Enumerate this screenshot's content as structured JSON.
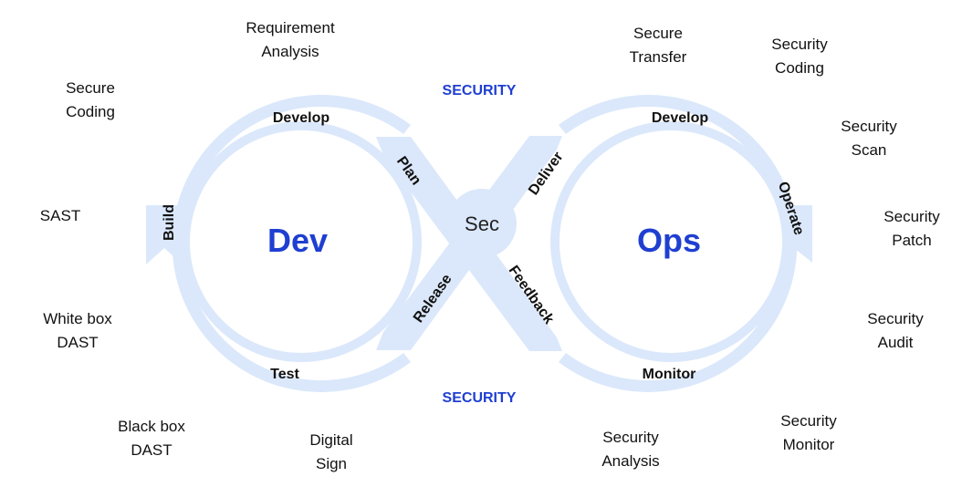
{
  "diagram": {
    "center": "Sec",
    "left_core": "Dev",
    "right_core": "Ops",
    "security_top": "SECURITY",
    "security_bottom": "SECURITY",
    "stages": {
      "develop_left": "Develop",
      "build": "Build",
      "test": "Test",
      "plan": "Plan",
      "release": "Release",
      "deliver": "Deliver",
      "feedback": "Feedback",
      "develop_right": "Develop",
      "operate": "Operate",
      "monitor": "Monitor"
    },
    "practices": {
      "requirement_analysis": [
        "Requirement",
        "Analysis"
      ],
      "secure_coding": [
        "Secure",
        "Coding"
      ],
      "sast": [
        "SAST"
      ],
      "white_box_dast": [
        "White box",
        "DAST"
      ],
      "black_box_dast": [
        "Black box",
        "DAST"
      ],
      "digital_sign": [
        "Digital",
        "Sign"
      ],
      "secure_transfer": [
        "Secure",
        "Transfer"
      ],
      "security_coding": [
        "Security",
        "Coding"
      ],
      "security_scan": [
        "Security",
        "Scan"
      ],
      "security_patch": [
        "Security",
        "Patch"
      ],
      "security_audit": [
        "Security",
        "Audit"
      ],
      "security_monitor": [
        "Security",
        "Monitor"
      ],
      "security_analysis": [
        "Security",
        "Analysis"
      ]
    },
    "colors": {
      "ring": "#dbe8fb",
      "ring_edge": "#ffffff",
      "accent_blue": "#1f3fd1"
    }
  }
}
